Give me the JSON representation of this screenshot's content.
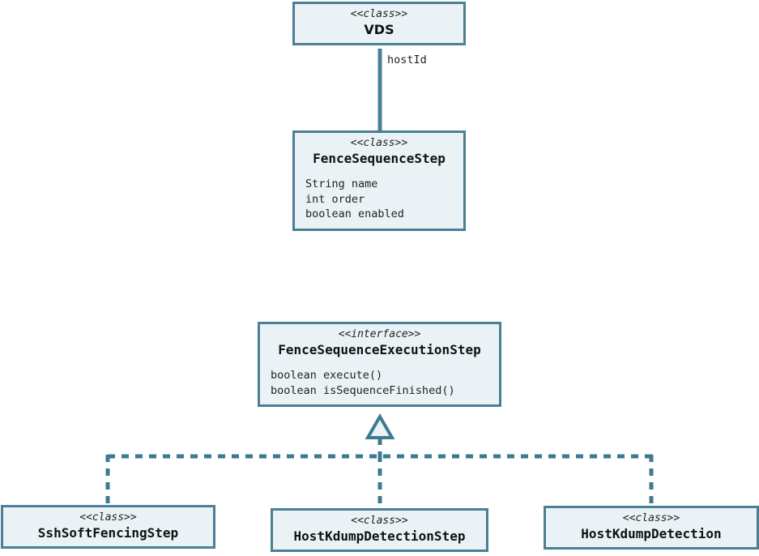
{
  "diagram": {
    "kind": "uml-class-diagram",
    "background_color": "#ffffff",
    "border_color": "#4a7f96",
    "fill_color": "#eaf2f5",
    "text_color": "#222222",
    "classes": [
      {
        "id": "vds",
        "stereotype": "<<class>>",
        "name": "VDS",
        "members": []
      },
      {
        "id": "fence_sequence_step",
        "stereotype": "<<class>>",
        "name": "FenceSequenceStep",
        "members": [
          "String name",
          "int order",
          "boolean enabled"
        ]
      },
      {
        "id": "fence_sequence_execution_step",
        "stereotype": "<<interface>>",
        "name": "FenceSequenceExecutionStep",
        "members": [
          "boolean execute()",
          "boolean isSequenceFinished()"
        ]
      },
      {
        "id": "ssh_soft_fencing_step",
        "stereotype": "<<class>>",
        "name": "SshSoftFencingStep",
        "members": []
      },
      {
        "id": "host_kdump_detection_step",
        "stereotype": "<<class>>",
        "name": "HostKdumpDetectionStep",
        "members": []
      },
      {
        "id": "host_kdump_detection",
        "stereotype": "<<class>>",
        "name": "HostKdumpDetection",
        "members": []
      }
    ],
    "relations": [
      {
        "id": "vds-to-fencesequencestep",
        "type": "association",
        "style": "solid",
        "from": "vds",
        "to": "fence_sequence_step",
        "label": "hostId"
      },
      {
        "id": "ssh-realizes-interface",
        "type": "realization",
        "style": "dashed",
        "from": "ssh_soft_fencing_step",
        "to": "fence_sequence_execution_step",
        "label": ""
      },
      {
        "id": "kdumpstep-realizes-interface",
        "type": "realization",
        "style": "dashed",
        "from": "host_kdump_detection_step",
        "to": "fence_sequence_execution_step",
        "label": ""
      },
      {
        "id": "kdump-realizes-interface",
        "type": "realization",
        "style": "dashed",
        "from": "host_kdump_detection",
        "to": "fence_sequence_execution_step",
        "label": ""
      }
    ]
  }
}
